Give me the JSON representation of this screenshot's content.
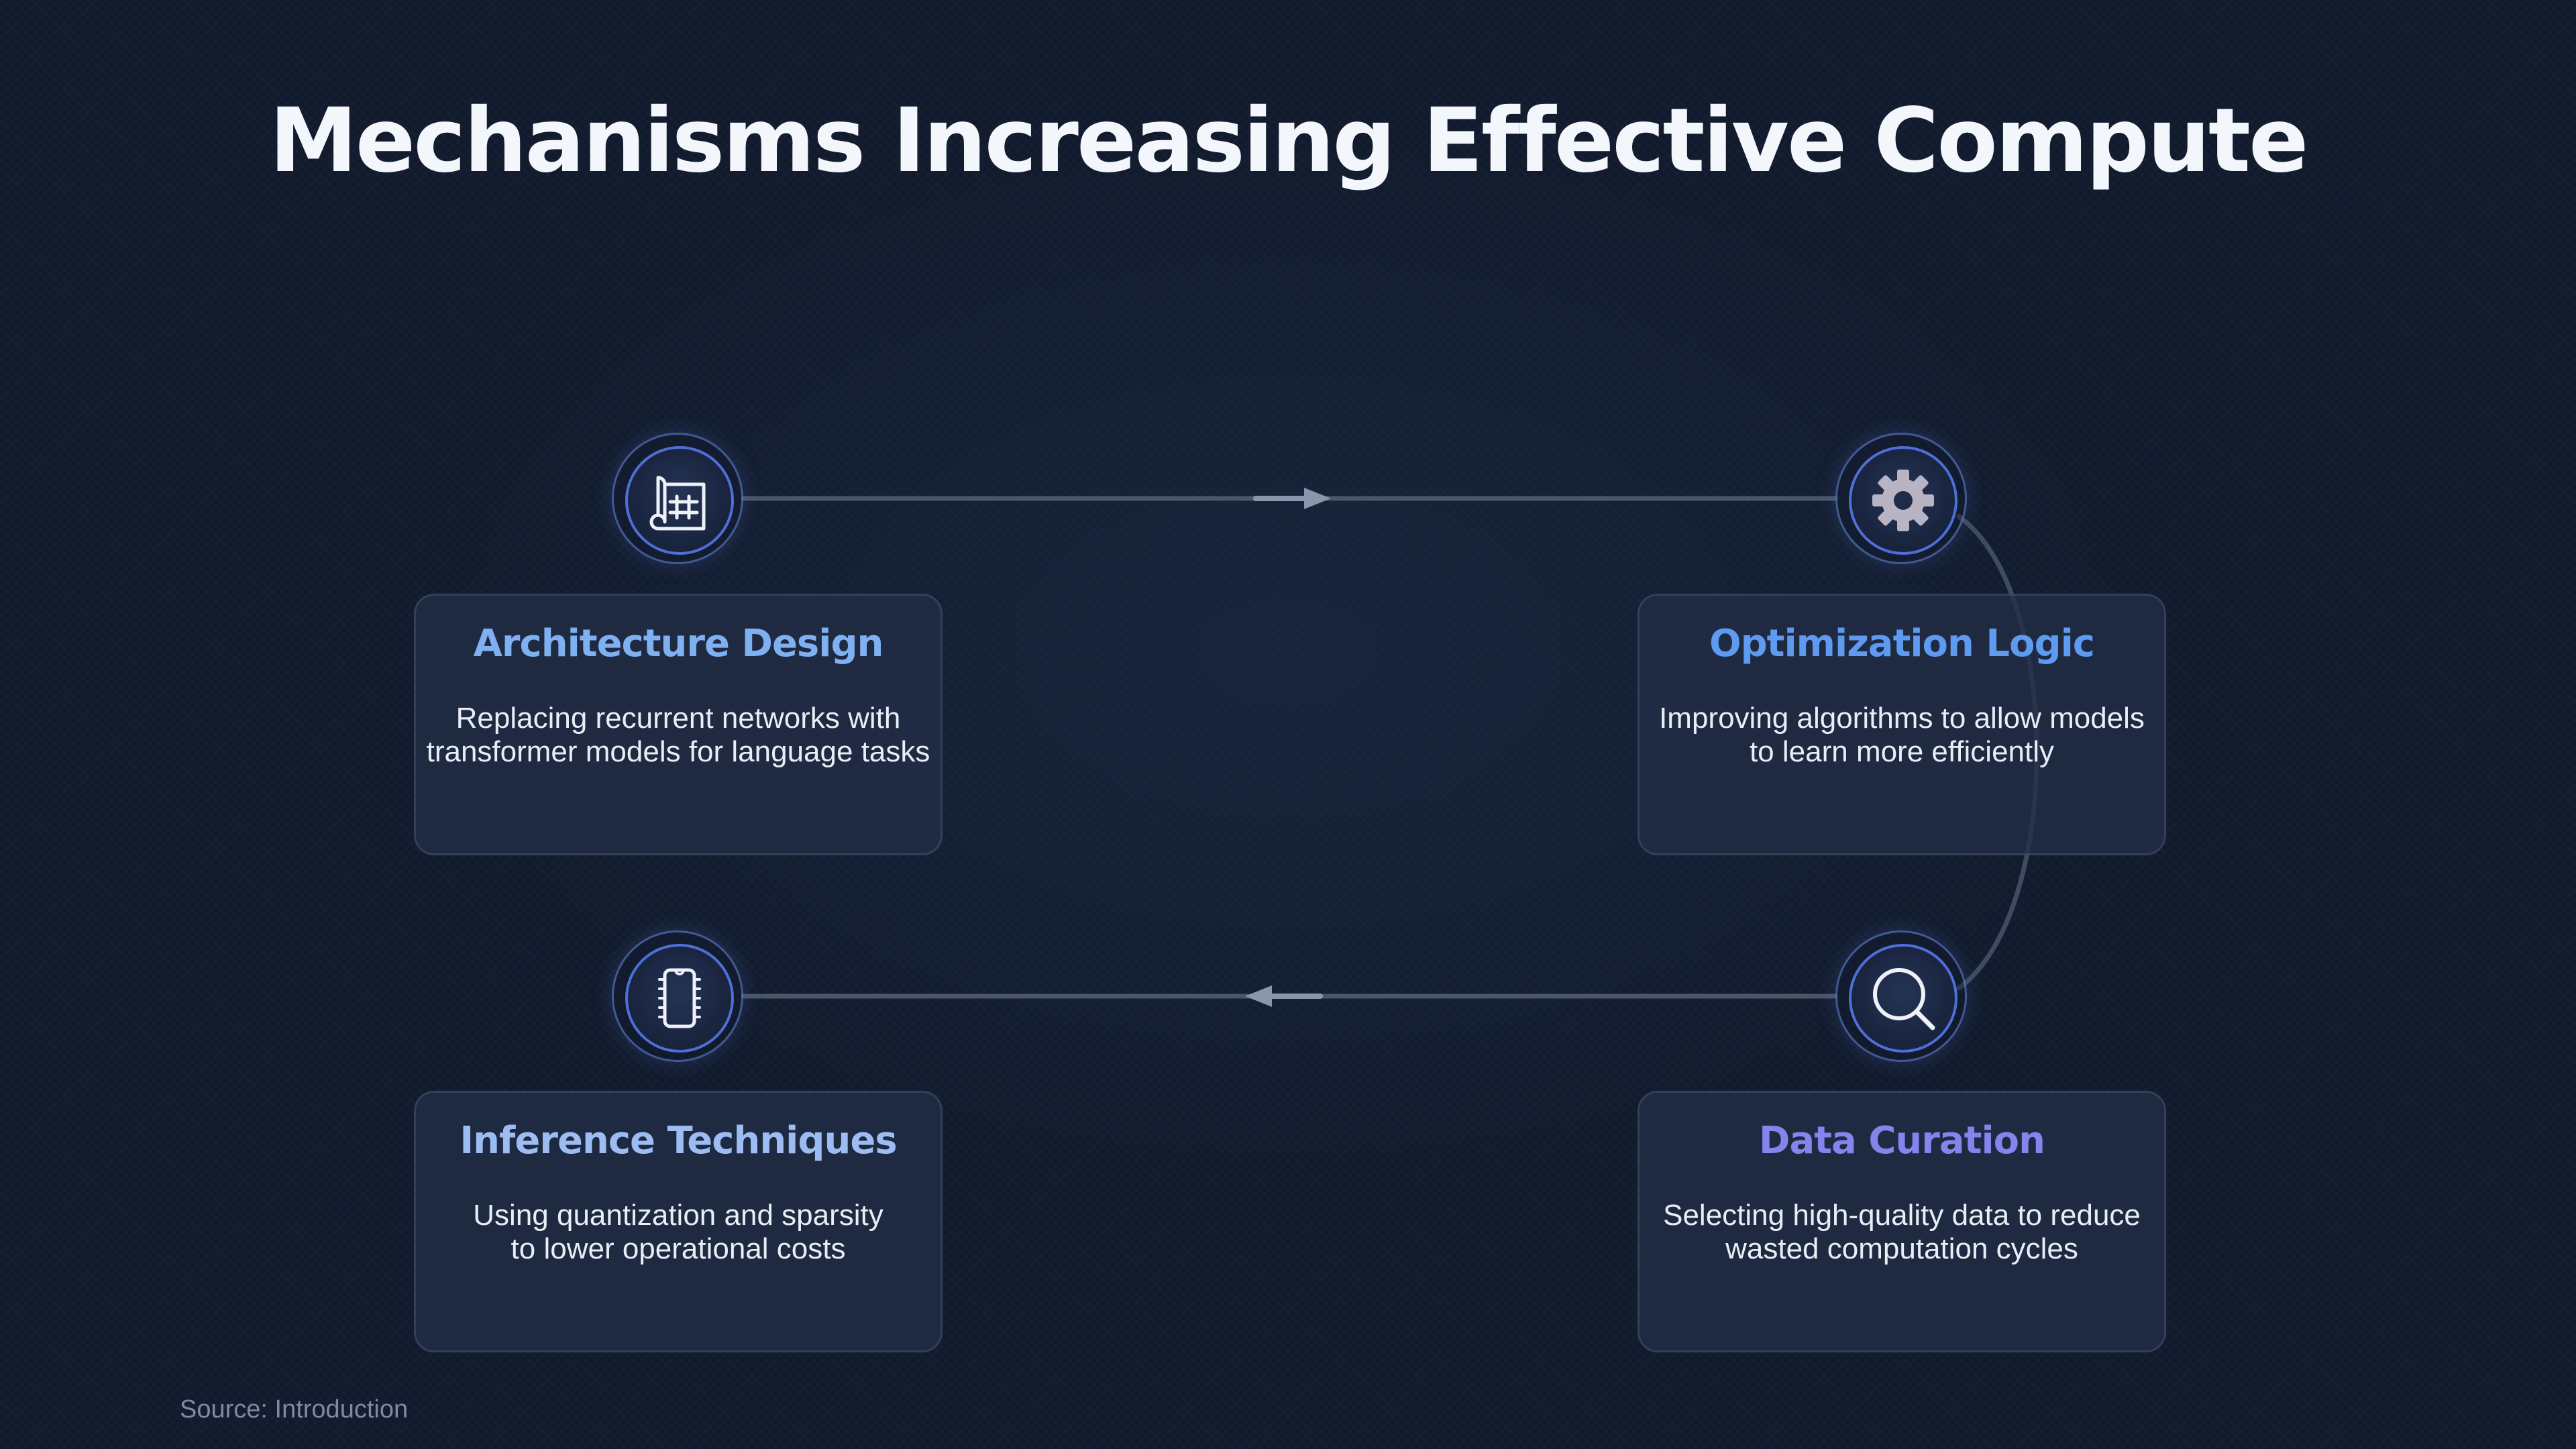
{
  "title": "Mechanisms Increasing Effective Compute",
  "source": "Source: Introduction",
  "colors": {
    "background": "#111b2d",
    "card": "#222e46",
    "node_ring": "#4f6fd8",
    "connector": "#4a5568",
    "arrow": "#8a96ab",
    "title": "#f3f6fb",
    "body_text": "#e9edf5"
  },
  "steps": [
    {
      "title": "Architecture Design",
      "title_color": "#7fb0f2",
      "description_line1": "Replacing recurrent networks with",
      "description_line2": "transformer models for language tasks",
      "icon": "blueprint-icon"
    },
    {
      "title": "Optimization Logic",
      "title_color": "#5d9af0",
      "description_line1": "Improving algorithms to allow models",
      "description_line2": "to learn more efficiently",
      "icon": "gear-icon"
    },
    {
      "title": "Data Curation",
      "title_color": "#8384ec",
      "description_line1": "Selecting high-quality data to reduce",
      "description_line2": "wasted computation cycles",
      "icon": "magnifier-icon"
    },
    {
      "title": "Inference Techniques",
      "title_color": "#9dbcf2",
      "description_line1": "Using quantization and sparsity",
      "description_line2": "to lower operational costs",
      "icon": "chip-icon"
    }
  ],
  "flow": [
    "Architecture Design",
    "Optimization Logic",
    "Data Curation",
    "Inference Techniques"
  ]
}
